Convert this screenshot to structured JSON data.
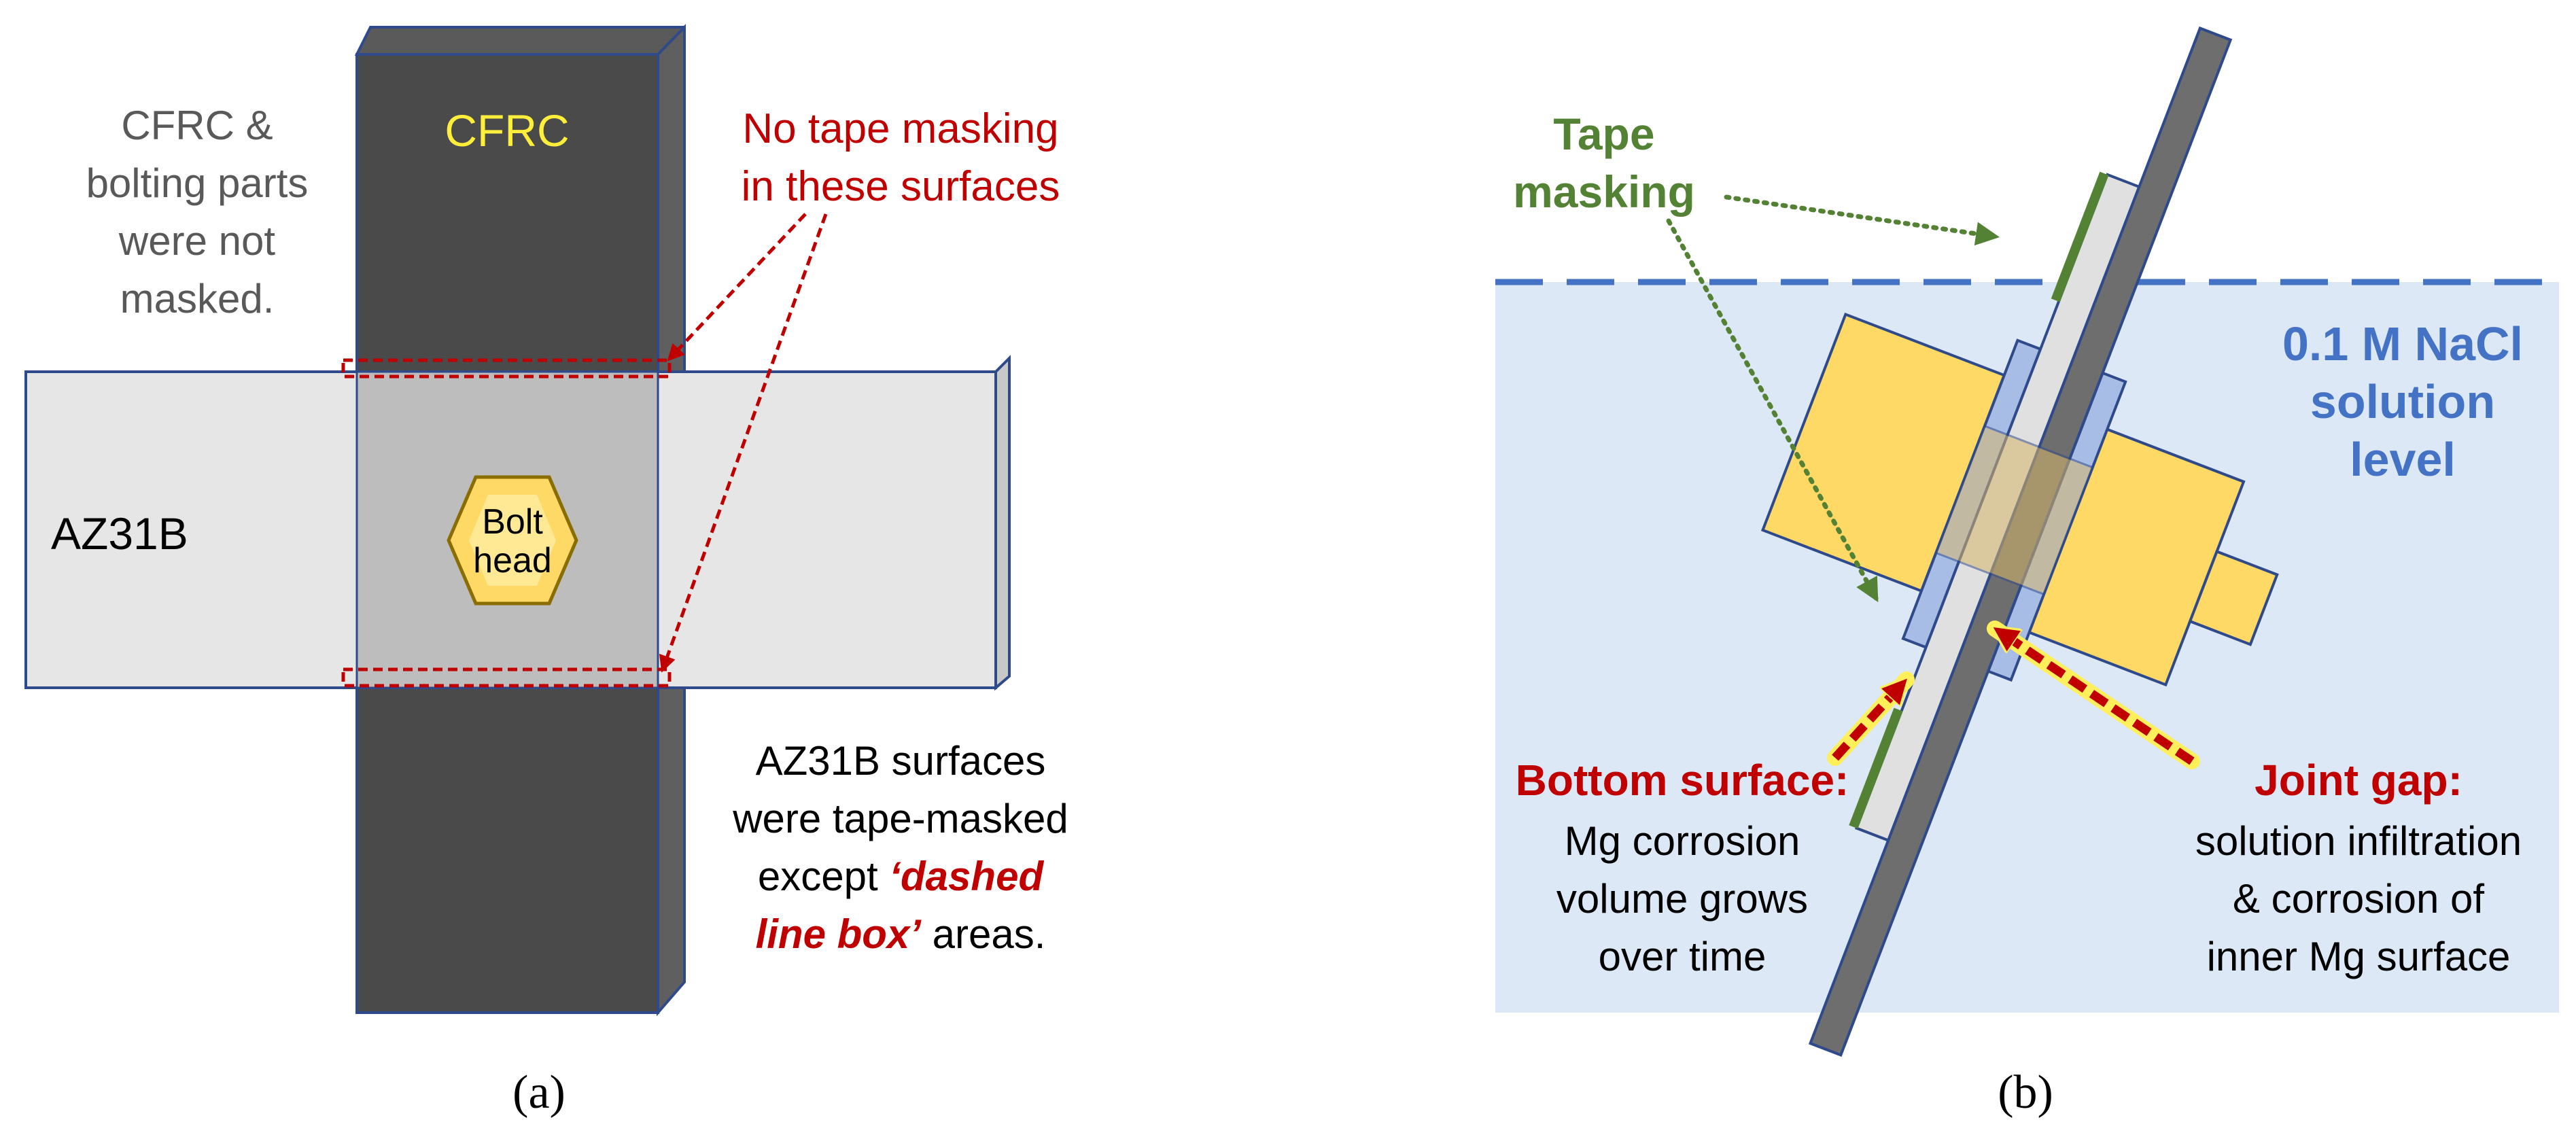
{
  "panel_a": {
    "caption": "(a)",
    "cfrc_label": "CFRC",
    "az31b_label": "AZ31B",
    "bolt_head": [
      "Bolt",
      "head"
    ],
    "note_unmasked": [
      "CFRC &",
      "bolting parts",
      "were not",
      "masked."
    ],
    "note_no_tape": [
      "No tape masking",
      "in these surfaces"
    ],
    "note_masked_line1": "AZ31B surfaces",
    "note_masked_line2": "were tape-masked",
    "note_masked_line3_plain": "except ",
    "note_masked_line3_emph": "‘dashed",
    "note_masked_line4_emph": "line box’",
    "note_masked_line4_plain": " areas."
  },
  "panel_b": {
    "caption": "(b)",
    "tape_label": [
      "Tape",
      "masking"
    ],
    "solution_label": [
      "0.1 M NaCl",
      "solution",
      "level"
    ],
    "bottom_title": "Bottom surface:",
    "bottom_body": [
      "Mg corrosion",
      "volume grows",
      "over time"
    ],
    "joint_title": "Joint gap:",
    "joint_body": [
      "solution infiltration",
      "& corrosion of",
      "inner Mg surface"
    ]
  },
  "colors": {
    "cfrc_bar": "#4a4a4a",
    "cfrc_label": "#ffee3a",
    "mg_plate": "#e6e6e6",
    "plate_edge": "#2f4a8a",
    "overlap": "#bfbfbf",
    "bolt": "#ffd966",
    "red_accent": "#c00000",
    "tape_green": "#548235",
    "solution_bg": "#dce8f5",
    "solution_text": "#4472c4",
    "washer": "#a8bde6"
  }
}
